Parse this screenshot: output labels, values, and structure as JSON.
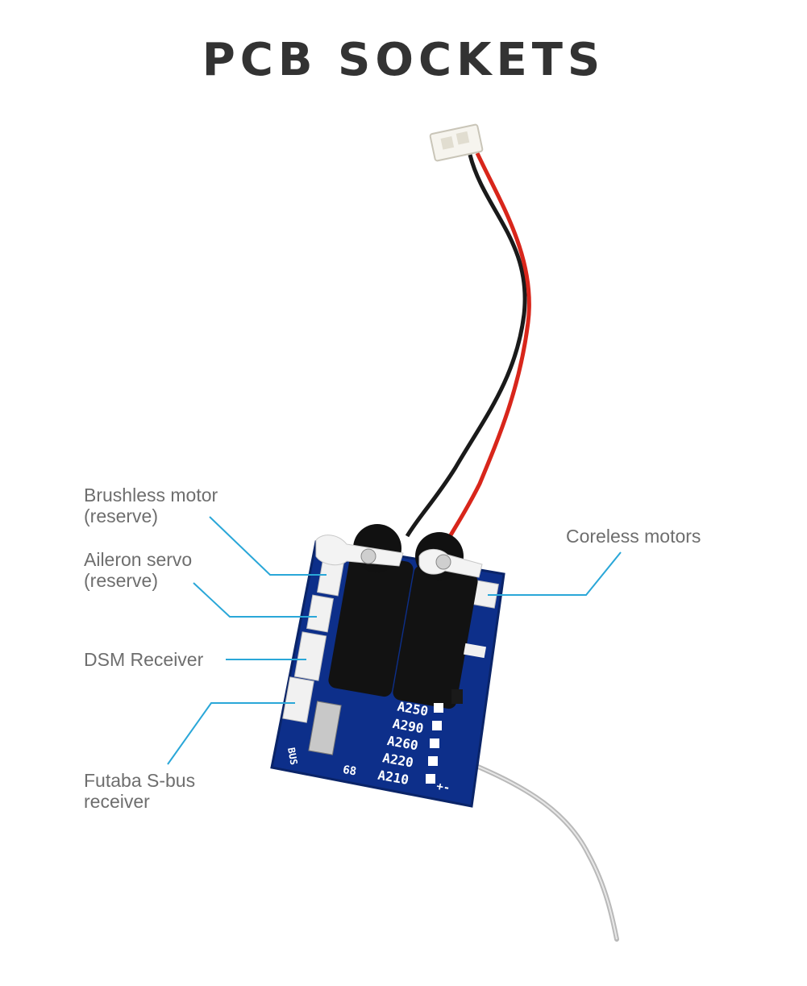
{
  "title": "PCB SOCKETS",
  "colors": {
    "title": "#333333",
    "label_text": "#6e6e6e",
    "leader_line": "#2aa7d8",
    "pcb_blue": "#0d2f8a",
    "wire_red": "#d8261b",
    "wire_black": "#1a1a1a"
  },
  "labels": {
    "brushless": "Brushless motor\n(reserve)",
    "aileron": "Aileron servo\n(reserve)",
    "dsm": "DSM Receiver",
    "futaba": "Futaba S-bus\nreceiver",
    "coreless": "Coreless motors"
  },
  "pcb_silkscreen": {
    "models": [
      "A250",
      "A290",
      "A260",
      "A220",
      "A210"
    ],
    "bus": "BUS",
    "misc": "68",
    "polarity": "+-"
  }
}
